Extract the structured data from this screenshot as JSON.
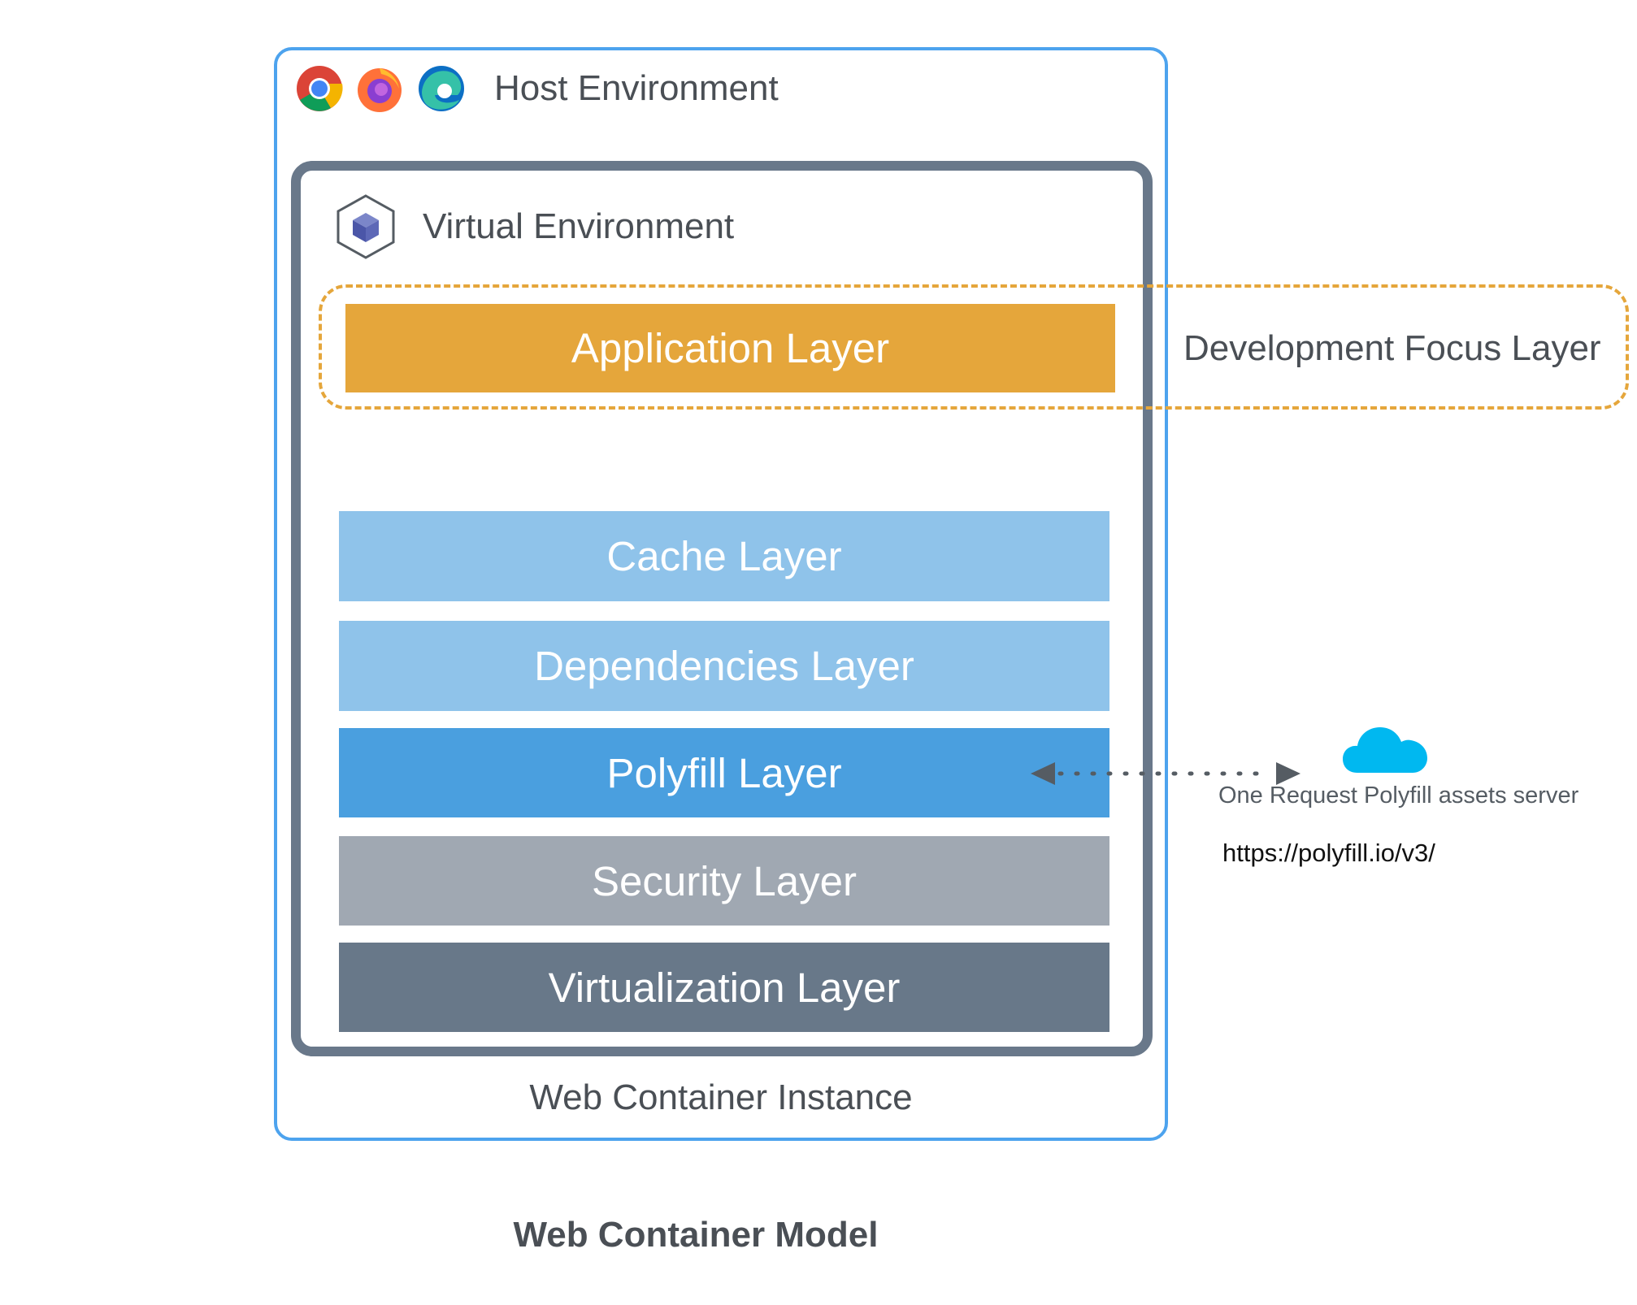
{
  "host": {
    "title": "Host Environment",
    "browser_icons": [
      "chrome-icon",
      "firefox-icon",
      "edge-icon"
    ]
  },
  "virtual": {
    "title": "Virtual Environment",
    "icon": "cube-icon"
  },
  "focus": {
    "label": "Development Focus Layer"
  },
  "layers": [
    {
      "label": "Application Layer",
      "color": "#e5a63b"
    },
    {
      "label": "Cache Layer",
      "color": "#8fc3ea"
    },
    {
      "label": "Dependencies Layer",
      "color": "#8fc3ea"
    },
    {
      "label": "Polyfill Layer",
      "color": "#4a9fdf"
    },
    {
      "label": "Security Layer",
      "color": "#a0a8b2"
    },
    {
      "label": "Virtualization Layer",
      "color": "#687889"
    }
  ],
  "server": {
    "label": "One Request Polyfill assets server",
    "url": "https://polyfill.io/v3/",
    "icon": "cloud-icon",
    "color": "#00b8f0"
  },
  "instance_label": "Web Container Instance",
  "diagram_title": "Web Container Model"
}
